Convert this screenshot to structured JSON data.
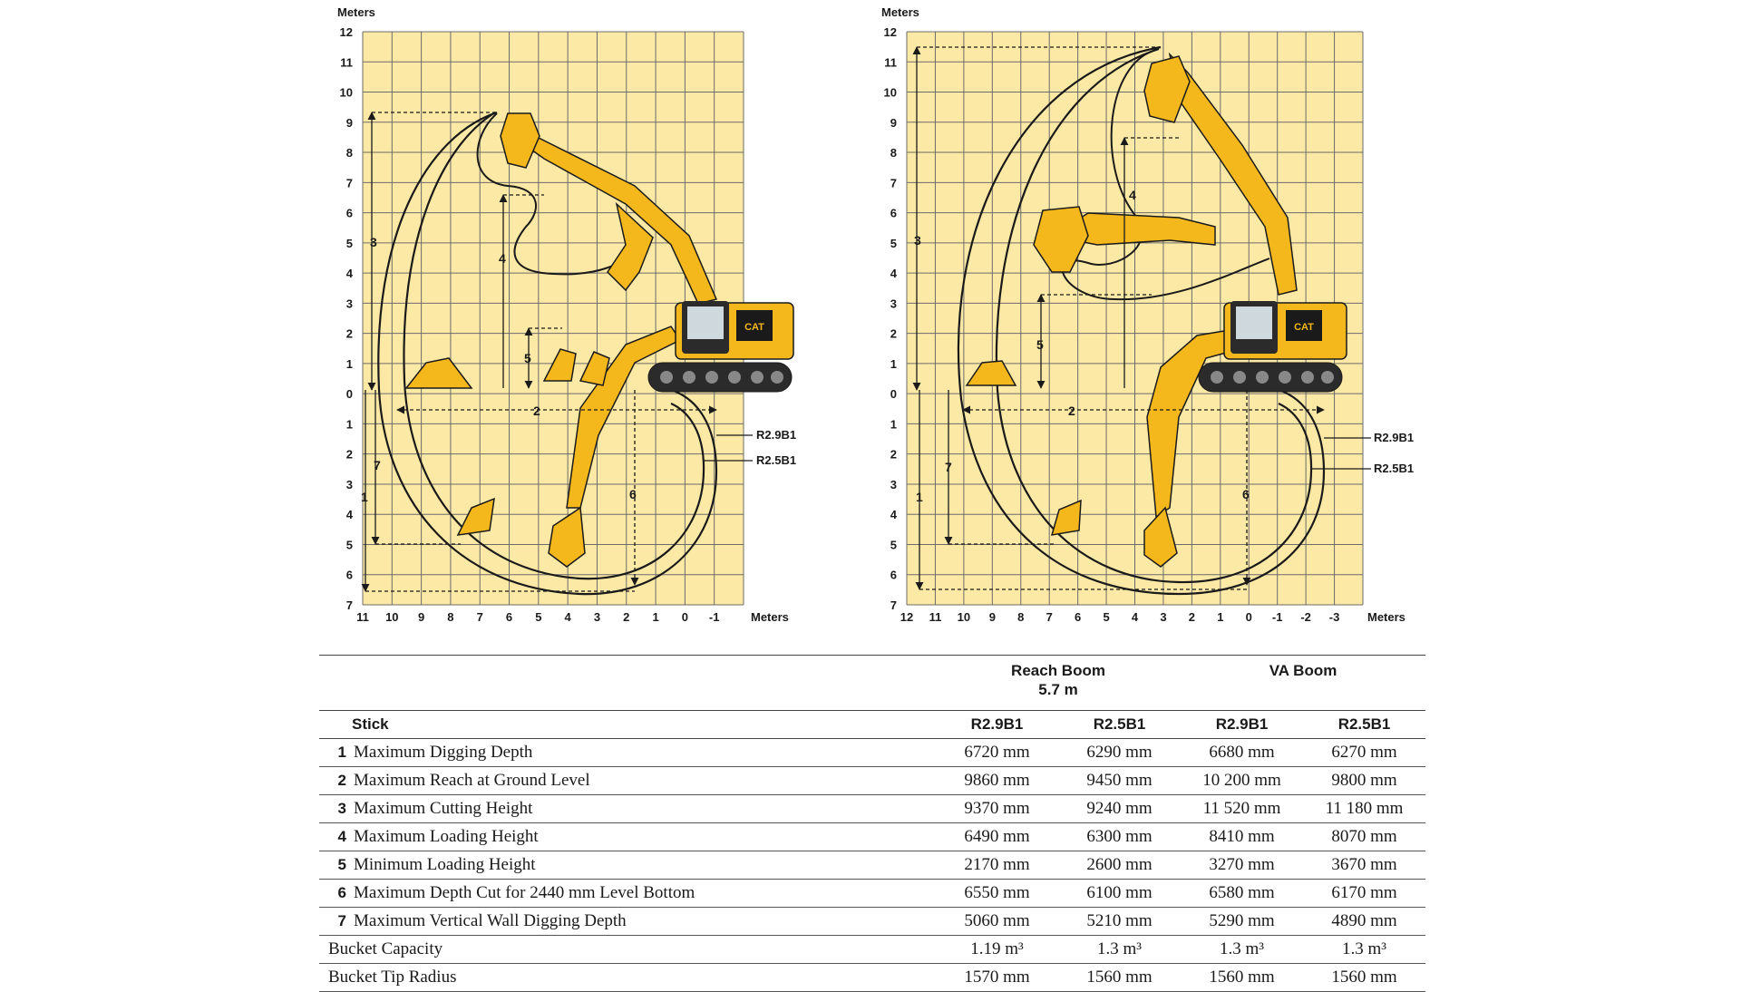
{
  "diagrams": [
    {
      "axis_unit_label": "Meters",
      "x_unit_label": "Meters",
      "y_ticks": [
        "12",
        "11",
        "10",
        "9",
        "8",
        "7",
        "6",
        "5",
        "4",
        "3",
        "2",
        "1",
        "0",
        "1",
        "2",
        "3",
        "4",
        "5",
        "6",
        "7"
      ],
      "x_ticks": [
        "11",
        "10",
        "9",
        "8",
        "7",
        "6",
        "5",
        "4",
        "3",
        "2",
        "1",
        "0",
        "-1"
      ],
      "curve_labels": [
        "R2.9B1",
        "R2.5B1"
      ],
      "dimension_labels": [
        "1",
        "2",
        "3",
        "4",
        "5",
        "6",
        "7"
      ],
      "brand": "CAT"
    },
    {
      "axis_unit_label": "Meters",
      "x_unit_label": "Meters",
      "y_ticks": [
        "12",
        "11",
        "10",
        "9",
        "8",
        "7",
        "6",
        "5",
        "4",
        "3",
        "2",
        "1",
        "0",
        "1",
        "2",
        "3",
        "4",
        "5",
        "6",
        "7"
      ],
      "x_ticks": [
        "12",
        "11",
        "10",
        "9",
        "8",
        "7",
        "6",
        "5",
        "4",
        "3",
        "2",
        "1",
        "0",
        "-1",
        "-2",
        "-3"
      ],
      "curve_labels": [
        "R2.9B1",
        "R2.5B1"
      ],
      "dimension_labels": [
        "1",
        "2",
        "3",
        "4",
        "5",
        "6",
        "7"
      ],
      "brand": "CAT"
    }
  ],
  "table": {
    "groups": [
      {
        "label": "Reach Boom",
        "sub": "5.7 m"
      },
      {
        "label": "VA Boom",
        "sub": ""
      }
    ],
    "stick_label": "Stick",
    "columns": [
      "R2.9B1",
      "R2.5B1",
      "R2.9B1",
      "R2.5B1"
    ],
    "rows": [
      {
        "num": "1",
        "label": "Maximum Digging Depth",
        "values": [
          "6720 mm",
          "6290 mm",
          "6680 mm",
          "6270 mm"
        ]
      },
      {
        "num": "2",
        "label": "Maximum Reach at Ground Level",
        "values": [
          "9860 mm",
          "9450 mm",
          "10 200 mm",
          "9800 mm"
        ]
      },
      {
        "num": "3",
        "label": "Maximum Cutting Height",
        "values": [
          "9370 mm",
          "9240 mm",
          "11 520 mm",
          "11 180 mm"
        ]
      },
      {
        "num": "4",
        "label": "Maximum Loading Height",
        "values": [
          "6490 mm",
          "6300 mm",
          "8410 mm",
          "8070 mm"
        ]
      },
      {
        "num": "5",
        "label": "Minimum Loading Height",
        "values": [
          "2170 mm",
          "2600 mm",
          "3270 mm",
          "3670 mm"
        ]
      },
      {
        "num": "6",
        "label": "Maximum Depth Cut for 2440 mm Level Bottom",
        "values": [
          "6550 mm",
          "6100 mm",
          "6580 mm",
          "6170 mm"
        ]
      },
      {
        "num": "7",
        "label": "Maximum Vertical Wall Digging Depth",
        "values": [
          "5060 mm",
          "5210 mm",
          "5290 mm",
          "4890 mm"
        ]
      },
      {
        "num": "",
        "label": "Bucket Capacity",
        "values": [
          "1.19 m³",
          "1.3 m³",
          "1.3 m³",
          "1.3 m³"
        ]
      },
      {
        "num": "",
        "label": "Bucket Tip Radius",
        "values": [
          "1570 mm",
          "1560 mm",
          "1560 mm",
          "1560 mm"
        ]
      }
    ]
  },
  "colors": {
    "grid_background": "#fde9a6",
    "grid_line": "#6b6b6b",
    "machine_yellow": "#f5b81c",
    "outline": "#1a1a1a"
  }
}
